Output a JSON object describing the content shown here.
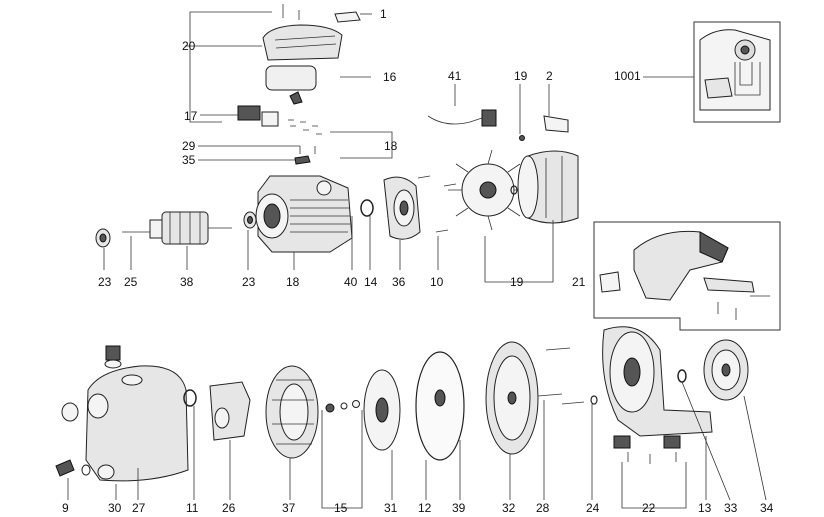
{
  "labels": {
    "l1": "1",
    "l2": "2",
    "l9": "9",
    "l10": "10",
    "l11": "11",
    "l12": "12",
    "l13": "13",
    "l14": "14",
    "l15": "15",
    "l16": "16",
    "l17": "17",
    "l18a": "18",
    "l18b": "18",
    "l19a": "19",
    "l19b": "19",
    "l20": "20",
    "l21": "21",
    "l22": "22",
    "l23a": "23",
    "l23b": "23",
    "l24": "24",
    "l25": "25",
    "l26": "26",
    "l27": "27",
    "l28": "28",
    "l29": "29",
    "l30": "30",
    "l31": "31",
    "l32": "32",
    "l33": "33",
    "l34": "34",
    "l35": "35",
    "l36": "36",
    "l37": "37",
    "l38": "38",
    "l39": "39",
    "l40": "40",
    "l41": "41",
    "l1001": "1001"
  }
}
